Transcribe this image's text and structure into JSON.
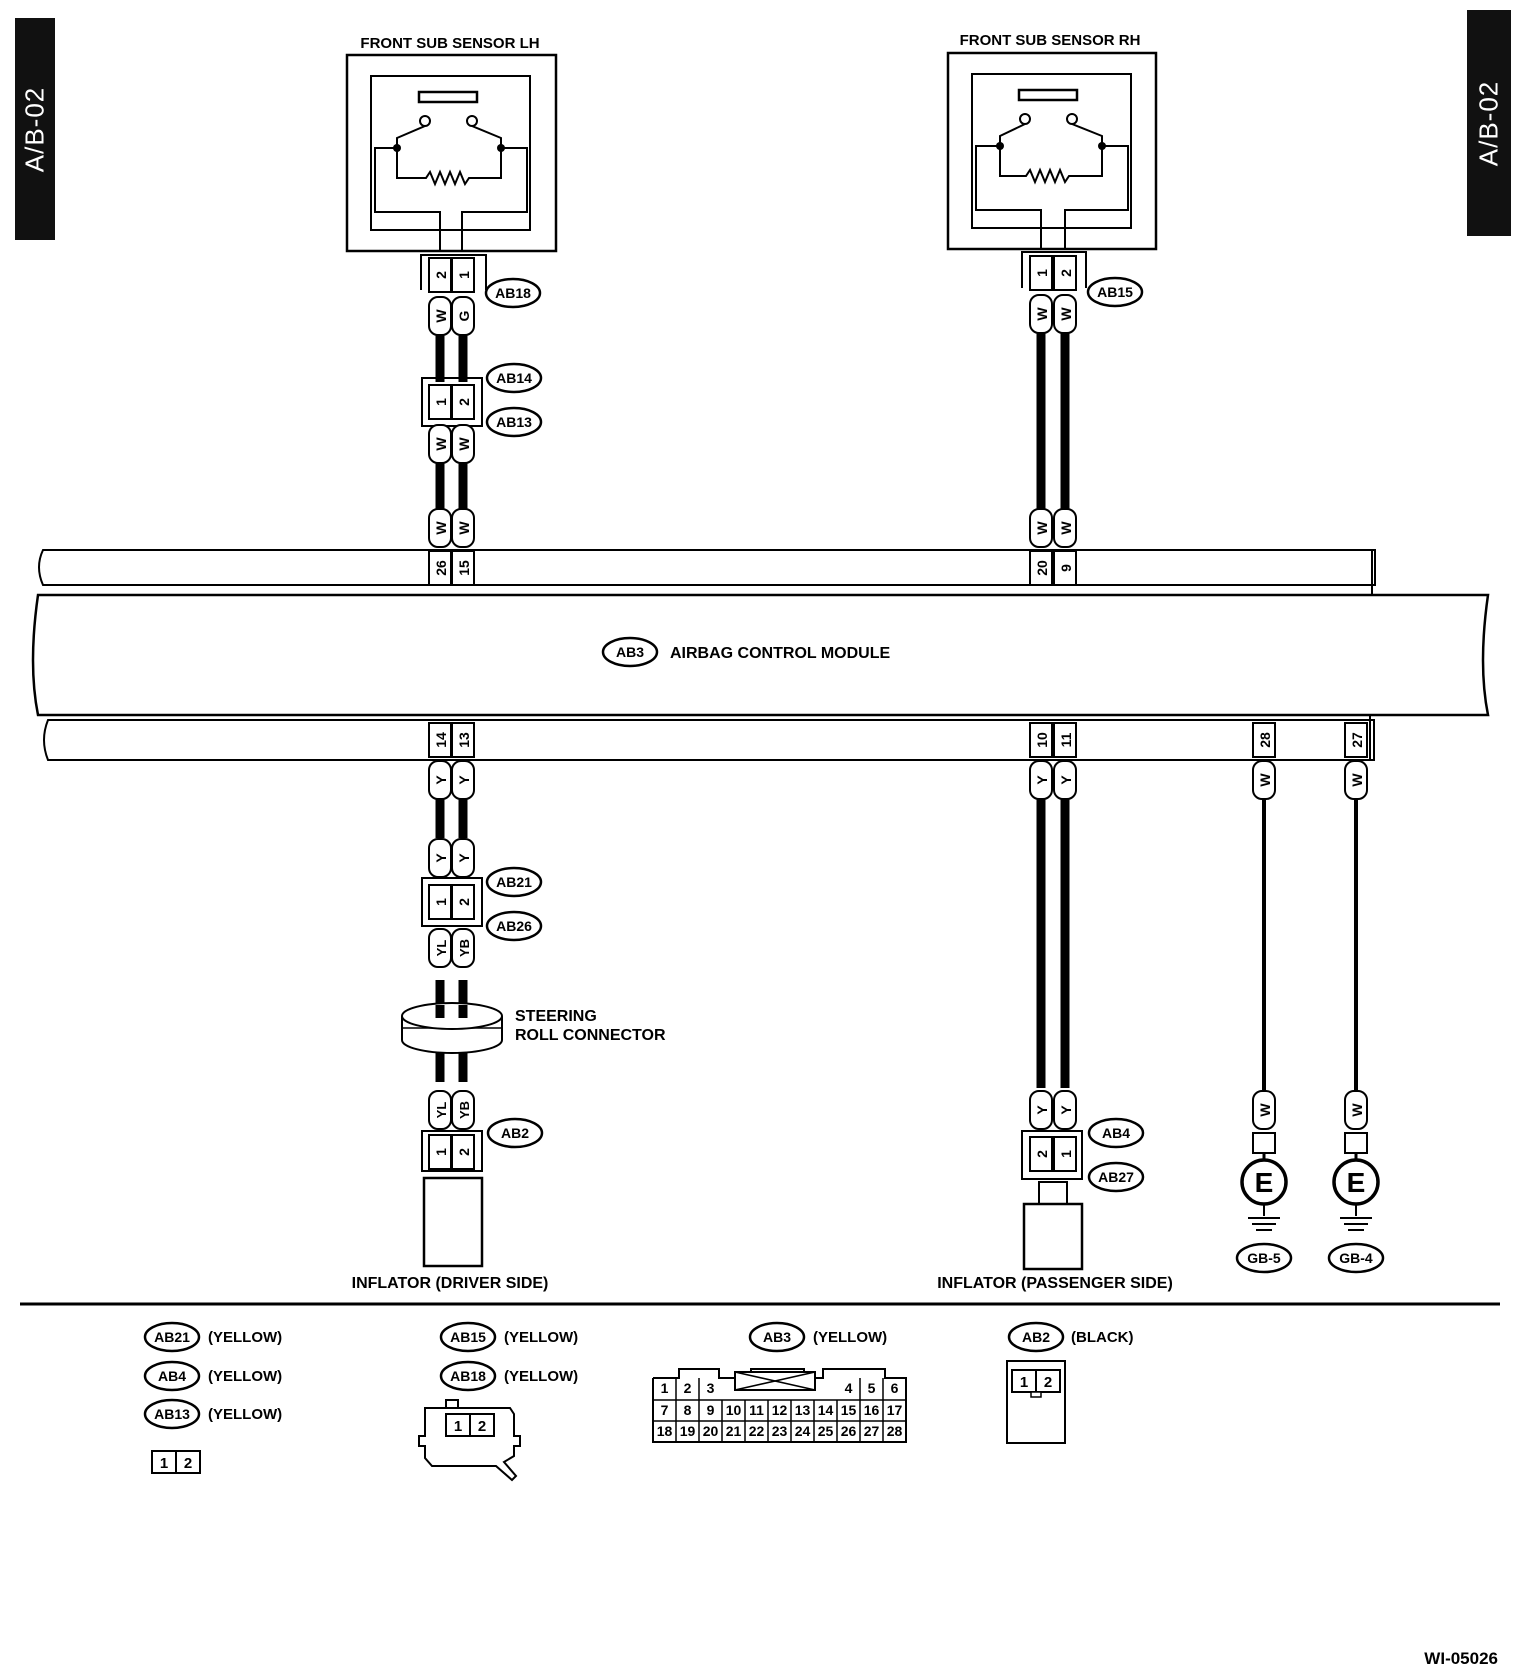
{
  "page_tab": "A/B-02",
  "figure_id": "WI-05026",
  "components": {
    "lh_sensor": "FRONT SUB SENSOR LH",
    "rh_sensor": "FRONT SUB SENSOR RH",
    "module_connector": "AB3",
    "module": "AIRBAG CONTROL MODULE",
    "steering_line1": "STEERING",
    "steering_line2": "ROLL CONNECTOR",
    "inflator_driver": "INFLATOR (DRIVER SIDE)",
    "inflator_passenger": "INFLATOR (PASSENGER SIDE)",
    "ground_e": "E"
  },
  "connectors": {
    "ab18": "AB18",
    "ab14": "AB14",
    "ab13": "AB13",
    "ab15": "AB15",
    "ab21": "AB21",
    "ab26": "AB26",
    "ab2": "AB2",
    "ab4": "AB4",
    "ab27": "AB27",
    "gb5": "GB-5",
    "gb4": "GB-4"
  },
  "pins": {
    "p1": "1",
    "p2": "2",
    "p9": "9",
    "p10": "10",
    "p11": "11",
    "p13": "13",
    "p14": "14",
    "p15": "15",
    "p20": "20",
    "p26": "26",
    "p27": "27",
    "p28": "28"
  },
  "wire_colors": {
    "w": "W",
    "g": "G",
    "y": "Y",
    "yl": "YL",
    "yb": "YB"
  },
  "legend": {
    "ab21": "AB21",
    "ab21_color": "(YELLOW)",
    "ab4": "AB4",
    "ab4_color": "(YELLOW)",
    "ab13": "AB13",
    "ab13_color": "(YELLOW)",
    "ab15": "AB15",
    "ab15_color": "(YELLOW)",
    "ab18": "AB18",
    "ab18_color": "(YELLOW)",
    "ab3": "AB3",
    "ab3_color": "(YELLOW)",
    "ab2": "AB2",
    "ab2_color": "(BLACK)",
    "ab3_pins": [
      "1",
      "2",
      "3",
      "4",
      "5",
      "6",
      "7",
      "8",
      "9",
      "10",
      "11",
      "12",
      "13",
      "14",
      "15",
      "16",
      "17",
      "18",
      "19",
      "20",
      "21",
      "22",
      "23",
      "24",
      "25",
      "26",
      "27",
      "28"
    ]
  }
}
